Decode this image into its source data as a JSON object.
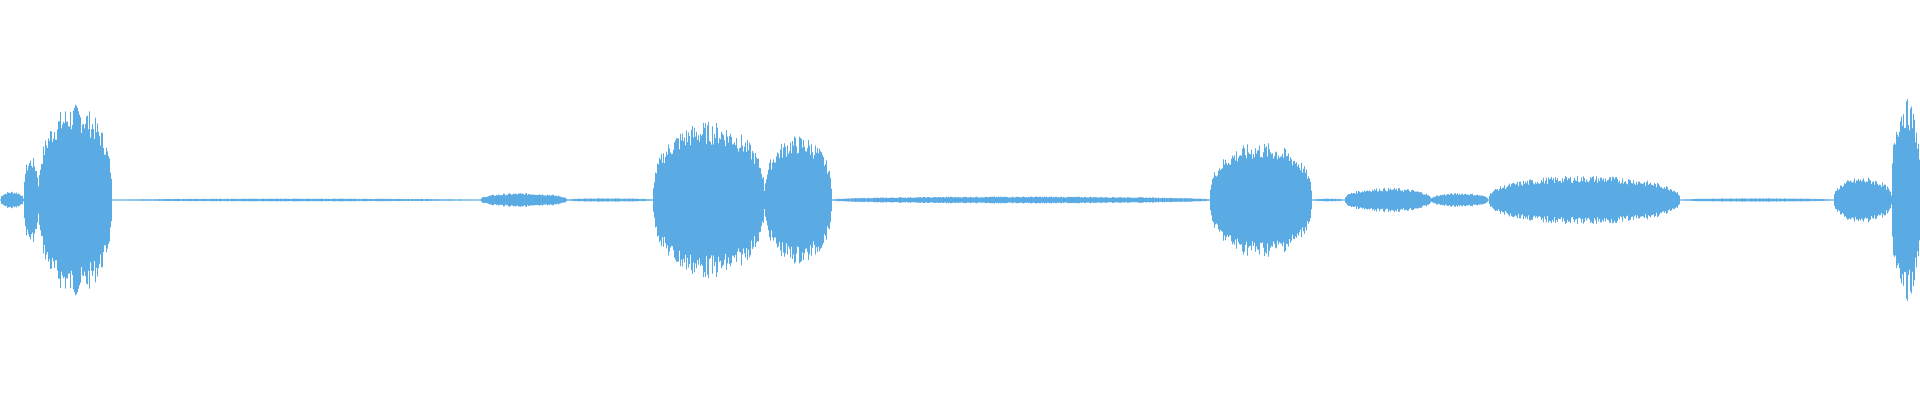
{
  "waveform": {
    "color": "#5aaae3",
    "background": "#ffffff",
    "segments": [
      {
        "start": 0.0,
        "end": 0.012,
        "peak": 0.05
      },
      {
        "start": 0.012,
        "end": 0.02,
        "peak": 0.25
      },
      {
        "start": 0.02,
        "end": 0.058,
        "peak": 0.55
      },
      {
        "start": 0.058,
        "end": 0.25,
        "peak": 0.008
      },
      {
        "start": 0.25,
        "end": 0.295,
        "peak": 0.04
      },
      {
        "start": 0.295,
        "end": 0.34,
        "peak": 0.01
      },
      {
        "start": 0.34,
        "end": 0.398,
        "peak": 0.45
      },
      {
        "start": 0.398,
        "end": 0.433,
        "peak": 0.37
      },
      {
        "start": 0.433,
        "end": 0.63,
        "peak": 0.02
      },
      {
        "start": 0.63,
        "end": 0.683,
        "peak": 0.33
      },
      {
        "start": 0.683,
        "end": 0.7,
        "peak": 0.008
      },
      {
        "start": 0.7,
        "end": 0.745,
        "peak": 0.07
      },
      {
        "start": 0.745,
        "end": 0.775,
        "peak": 0.04
      },
      {
        "start": 0.775,
        "end": 0.875,
        "peak": 0.14
      },
      {
        "start": 0.875,
        "end": 0.955,
        "peak": 0.01
      },
      {
        "start": 0.955,
        "end": 0.985,
        "peak": 0.13
      },
      {
        "start": 0.985,
        "end": 1.0,
        "peak": 0.58
      }
    ]
  }
}
